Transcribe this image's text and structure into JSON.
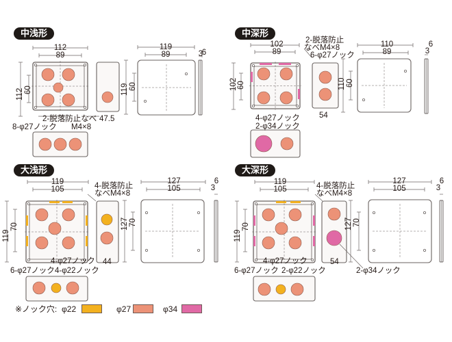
{
  "colors": {
    "knock22": "#f3b11f",
    "knock27": "#ec9277",
    "knock34": "#e069a5",
    "outline": "#6a6361",
    "panel_fill": "#f4f3f2",
    "text": "#231815"
  },
  "sections": {
    "p1": {
      "tag": "中浅形",
      "dims": [
        "112",
        "89",
        "112",
        "60",
        "47.5",
        "119",
        "89",
        "3",
        "6",
        "119",
        "60"
      ],
      "notes": [
        "2-脱落防止なべ",
        "M4×8",
        "8-φ27ノック"
      ]
    },
    "p2": {
      "tag": "中深形",
      "dims": [
        "102",
        "89",
        "102",
        "60",
        "54",
        "110",
        "89",
        "3",
        "6",
        "110",
        "60"
      ],
      "notes": [
        "2-脱落防止",
        "なべM4×8",
        "6-φ27ノック",
        "4-φ27ノック",
        "2-φ34ノック"
      ]
    },
    "p3": {
      "tag": "大浅形",
      "dims": [
        "119",
        "105",
        "119",
        "70",
        "44",
        "127",
        "105",
        "3",
        "6",
        "127",
        "70"
      ],
      "notes": [
        "4-脱落防止",
        "なべM4×8",
        "4-φ27ノック",
        "6-φ27ノック",
        "4-φ22ノック"
      ]
    },
    "p4": {
      "tag": "大深形",
      "dims": [
        "119",
        "105",
        "119",
        "70",
        "54",
        "127",
        "105",
        "3",
        "6",
        "127",
        "70"
      ],
      "notes": [
        "4-脱落防止",
        "なべM4×8",
        "4-φ27ノック",
        "6-φ27ノック",
        "2-φ22ノック",
        "2-φ34ノック"
      ]
    }
  },
  "legend": {
    "prefix": "※ノック穴:",
    "items": [
      {
        "label": "φ22",
        "color": "#f3b11f"
      },
      {
        "label": "φ27",
        "color": "#ec9277"
      },
      {
        "label": "φ34",
        "color": "#e069a5"
      }
    ]
  }
}
